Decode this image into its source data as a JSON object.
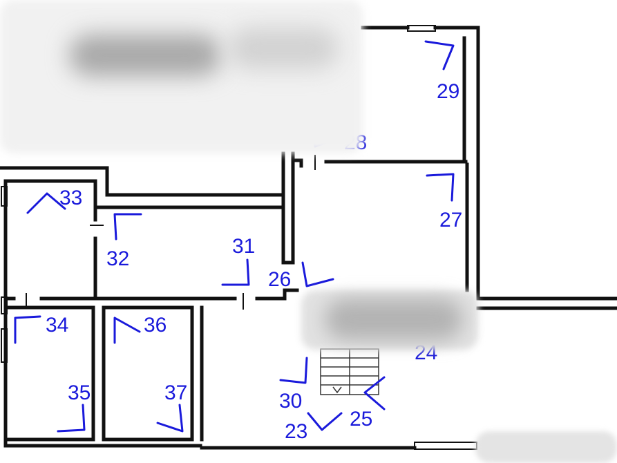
{
  "plan": {
    "colors": {
      "wall": "#111111",
      "marker": "#1a1adb",
      "background": "#ffffff",
      "redaction": "#e7e7e7"
    },
    "room_labels": [
      {
        "id": "23",
        "text": "23"
      },
      {
        "id": "24",
        "text": "24"
      },
      {
        "id": "25",
        "text": "25"
      },
      {
        "id": "26",
        "text": "26"
      },
      {
        "id": "27",
        "text": "27"
      },
      {
        "id": "28",
        "text": "28"
      },
      {
        "id": "29",
        "text": "29"
      },
      {
        "id": "30",
        "text": "30"
      },
      {
        "id": "31",
        "text": "31"
      },
      {
        "id": "32",
        "text": "32"
      },
      {
        "id": "33",
        "text": "33"
      },
      {
        "id": "34",
        "text": "34"
      },
      {
        "id": "35",
        "text": "35"
      },
      {
        "id": "36",
        "text": "36"
      },
      {
        "id": "37",
        "text": "37"
      }
    ]
  }
}
